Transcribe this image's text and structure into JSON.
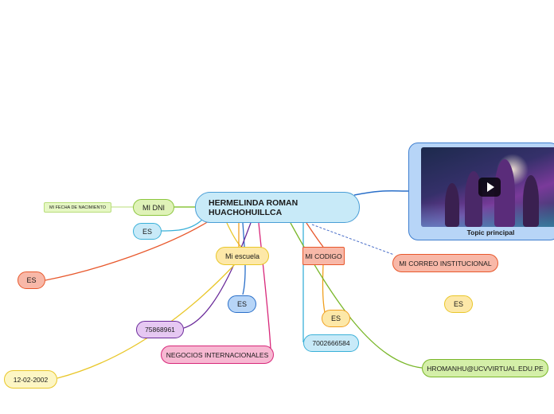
{
  "central": {
    "title": "HERMELINDA ROMAN HUACHOHUILLCA"
  },
  "media": {
    "caption": "Topic principal"
  },
  "nodes": {
    "mi_dni": "MI DNI",
    "fecha_nacimiento": "MI FECHA DE NACIMIENTO",
    "es_1": "ES",
    "es_2": "ES",
    "mi_escuela": "Mi escuela",
    "mi_codigo": "MI CODIGO",
    "mi_correo": "MI CORREO INSTITUCIONAL",
    "es_3": "ES",
    "es_4": "ES",
    "es_5": "ES",
    "dni_value": "75868961",
    "escuela_value": "NEGOCIOS INTERNACIONALES",
    "codigo_value": "7002666584",
    "fecha_value": "12-02-2002",
    "correo_value": "HROMANHU@UCVVIRTUAL.EDU.PE"
  },
  "colors": {
    "blue": "#4a9ed6",
    "lime": "#8cc63e",
    "orange_red": "#e8582c",
    "yellow": "#e9c72a",
    "purple": "#6a2a9a",
    "magenta": "#d8287a",
    "orange": "#f0a020",
    "light_blue": "#3ab0d8",
    "green": "#7ab72a",
    "dark_blue": "#2a6fc9"
  }
}
